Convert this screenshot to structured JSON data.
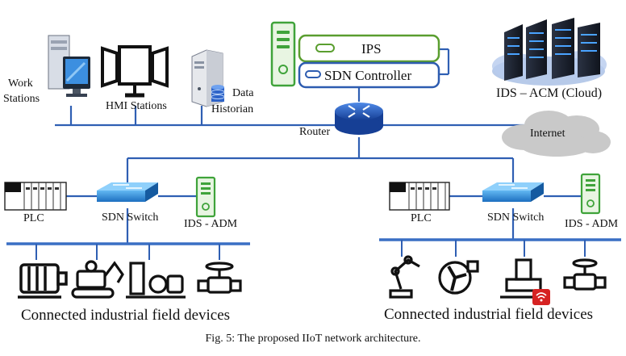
{
  "labels": {
    "work_stations_line1": "Work",
    "work_stations_line2": "Stations",
    "hmi_stations": "HMI Stations",
    "data_historian_line1": "Data",
    "data_historian_line2": "Historian",
    "ips": "IPS",
    "sdn_controller": "SDN Controller",
    "ids_acm": "IDS – ACM (Cloud)",
    "router": "Router",
    "internet": "Internet",
    "left": {
      "plc": "PLC",
      "sdn_switch": "SDN Switch",
      "ids_adm": "IDS - ADM",
      "field_devices": "Connected industrial field devices"
    },
    "right": {
      "plc": "PLC",
      "sdn_switch": "SDN Switch",
      "ids_adm": "IDS - ADM",
      "field_devices": "Connected industrial field devices"
    }
  },
  "caption": "Fig. 5: The proposed IIoT network architecture.",
  "colors": {
    "link": "#2f5fb3",
    "bus": "#3a6fc4",
    "server_green": "#3fa33a",
    "server_green_fill": "#e8f5e2",
    "ips_border": "#5a9e2f",
    "controller_border": "#2d5cb0",
    "router_blue": "#2a64c8",
    "switch_blue": "#3b9be0",
    "cloud_gray": "#c9c9c9",
    "rack_dark": "#1d2230"
  },
  "icons": [
    "workstation-icon",
    "hmi-monitor-icon",
    "historian-server-icon",
    "database-icon",
    "green-server-icon",
    "router-icon",
    "cloud-datacenter-icon",
    "internet-cloud-icon",
    "plc-icon",
    "switch-icon",
    "motor-icon",
    "excavator-icon",
    "pump-icon",
    "valve-icon",
    "robot-arm-icon",
    "fan-icon",
    "wireless-icon"
  ]
}
